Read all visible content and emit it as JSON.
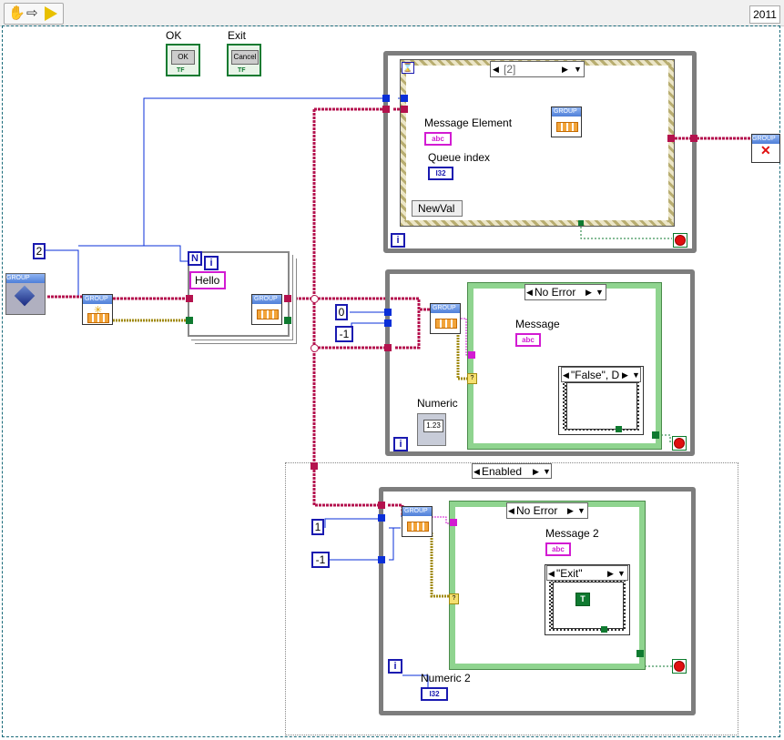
{
  "toolbar": {
    "year_badge": "2011",
    "tools": [
      "hand-icon",
      "arrow-right-icon",
      "run-icon"
    ]
  },
  "controls": {
    "ok_label": "OK",
    "ok_button_text": "OK",
    "exit_label": "Exit",
    "exit_button_text": "Cancel",
    "tf_text": "TF"
  },
  "constants": {
    "two": "2",
    "zero": "0",
    "neg_one_a": "-1",
    "one": "1",
    "neg_one_b": "-1",
    "hello": "Hello",
    "n": "N",
    "i": "i"
  },
  "event_structure": {
    "case_selector": "[2]",
    "message_element_label": "Message Element",
    "queue_index_label": "Queue index",
    "newval_label": "NewVal",
    "abc": "abc",
    "i32": "I32"
  },
  "loop2": {
    "case_selector": "No Error",
    "message_label": "Message",
    "inner_case_selector": "\"False\", D",
    "numeric_label": "Numeric",
    "numeric_value": "1.23"
  },
  "disable_structure": {
    "selector": "Enabled",
    "case_selector": "No Error",
    "message_label": "Message 2",
    "inner_case_selector": "\"Exit\"",
    "numeric_label": "Numeric 2",
    "i32": "I32",
    "true_const": "T"
  },
  "queue_node_header": "GROUP",
  "colors": {
    "wire_cluster": "#b4124e",
    "wire_numeric": "#0a2fd8",
    "wire_string": "#d21bd2",
    "wire_error": "#a08a10",
    "wire_bool": "#0f7a30",
    "loop_border": "#7d7d7d",
    "case_border": "#6fc86f"
  }
}
